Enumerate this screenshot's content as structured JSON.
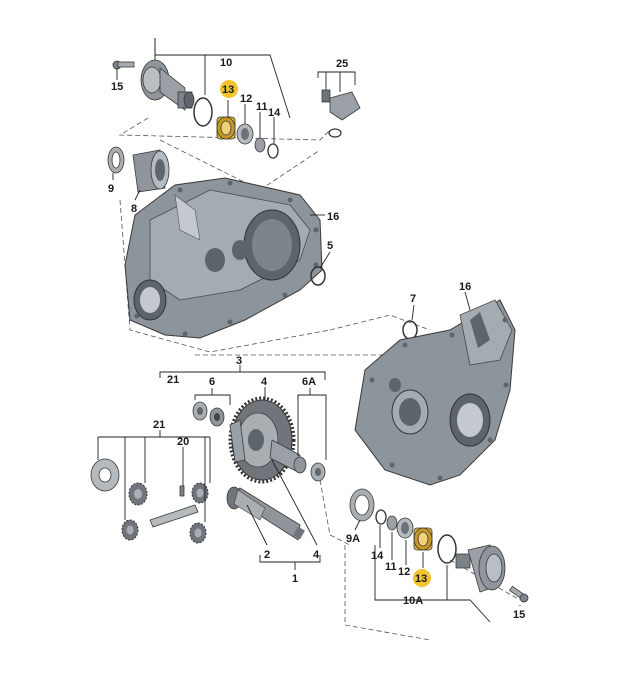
{
  "colors": {
    "housing": "#8c949c",
    "housing_shadow": "#5d646b",
    "housing_light": "#c3c9ce",
    "metal": "#a9aeb3",
    "metal_dark": "#6f757b",
    "highlight_bearing": "#e2b63a",
    "highlight_badge": "#f2c230"
  },
  "callouts": {
    "c10": "10",
    "c13_top": "13",
    "c12_top": "12",
    "c11_top": "11",
    "c14_top": "14",
    "c15_top": "15",
    "c25": "25",
    "c9": "9",
    "c8": "8",
    "c16_top": "16",
    "c5": "5",
    "c7": "7",
    "c16_right": "16",
    "c3": "3",
    "c21_top": "21",
    "c6": "6",
    "c4_top": "4",
    "c6a": "6A",
    "c21_left": "21",
    "c20": "20",
    "c2": "2",
    "c4_bottom": "4",
    "c1": "1",
    "c9a": "9A",
    "c14_bottom": "14",
    "c11_bottom": "11",
    "c12_bottom": "12",
    "c13_bottom": "13",
    "c10a": "10A",
    "c15_bottom": "15"
  },
  "highlighted_parts": [
    "13"
  ]
}
